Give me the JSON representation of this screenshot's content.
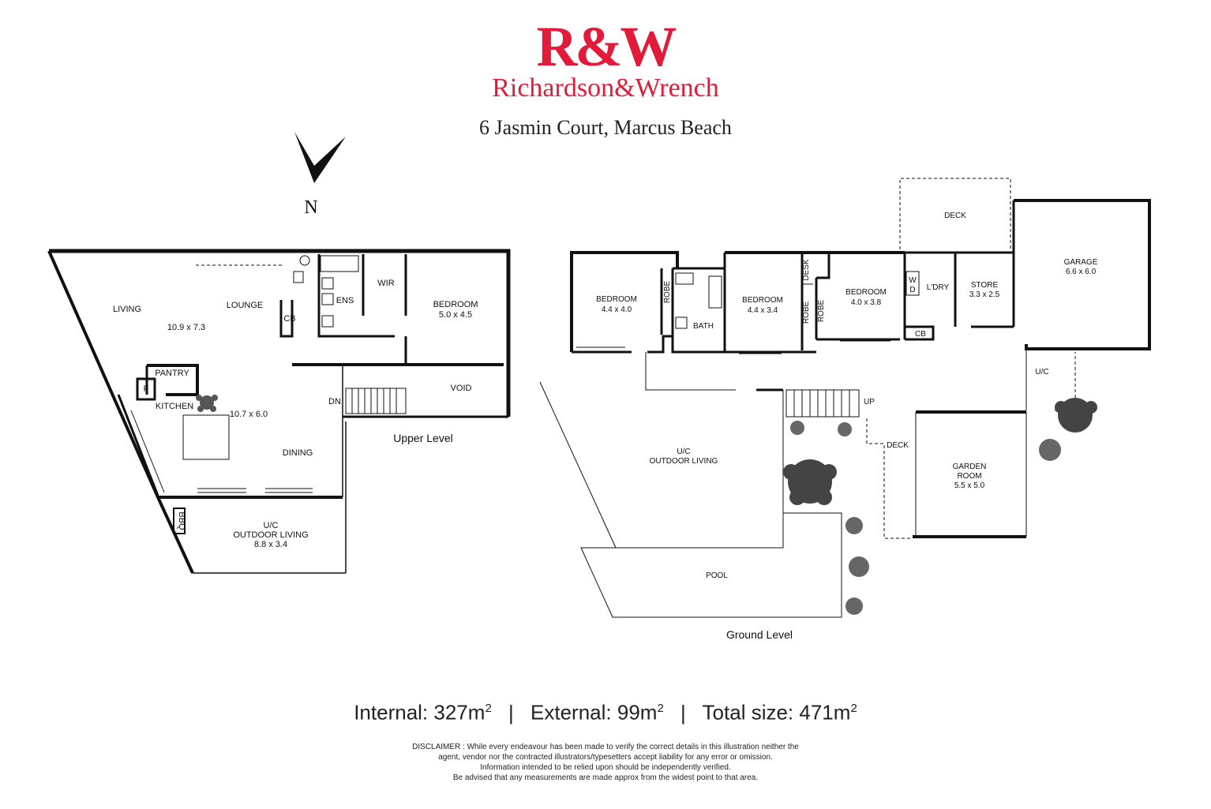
{
  "brand": {
    "logo_mark": "R&W",
    "name": "Richardson&Wrench",
    "color": "#e31b3b"
  },
  "address": "6 Jasmin Court, Marcus Beach",
  "compass": {
    "label": "N"
  },
  "levels": {
    "upper": {
      "title": "Upper Level",
      "rooms": {
        "living": "LIVING",
        "lounge": "LOUNGE",
        "living_size": "10.9 x 7.3",
        "cb": "CB",
        "ens": "ENS",
        "wir": "WIR",
        "bedroom": "BEDROOM",
        "bedroom_size": "5.0 x 4.5",
        "pantry": "PANTRY",
        "fridge": "F",
        "kitchen": "KITCHEN",
        "kitchen_size": "10.7 x 6.0",
        "dn": "DN",
        "void": "VOID",
        "dining": "DINING",
        "bbq": "BBQ",
        "outdoor_uc": "U/C",
        "outdoor": "OUTDOOR LIVING",
        "outdoor_size": "8.8 x 3.4"
      }
    },
    "ground": {
      "title": "Ground Level",
      "rooms": {
        "bed1": "BEDROOM",
        "bed1_size": "4.4 x 4.0",
        "robe1": "ROBE",
        "bath": "BATH",
        "bed2": "BEDROOM",
        "bed2_size": "4.4 x 3.4",
        "desk": "DESK",
        "robe2": "ROBE",
        "robe3": "ROBE",
        "bed3": "BEDROOM",
        "bed3_size": "4.0 x 3.8",
        "w": "W",
        "d": "D",
        "cb": "CB",
        "deck_top": "DECK",
        "ldry": "L'DRY",
        "store": "STORE",
        "store_size": "3.3 x 2.5",
        "garage": "GARAGE",
        "garage_size": "6.6 x 6.0",
        "uc_right": "U/C",
        "up": "UP",
        "deck": "DECK",
        "garden1": "GARDEN",
        "garden2": "ROOM",
        "garden_size": "5.5 x 5.0",
        "outdoor_uc": "U/C",
        "outdoor": "OUTDOOR LIVING",
        "pool": "POOL"
      }
    }
  },
  "stats": {
    "internal_label": "Internal:",
    "internal_value": "327m",
    "external_label": "External:",
    "external_value": "99m",
    "total_label": "Total size:",
    "total_value": "471m",
    "unit_sup": "2",
    "separator": "|"
  },
  "disclaimer": [
    "DISCLAIMER : While every endeavour has been made to verify the correct details in this illustration neither the",
    "agent, vendor nor the contracted illustrators/typesetters accept liability for any error or omission.",
    "Information intended to be relied upon should be independently verified.",
    "Be advised that any measurements are made approx from the widest point to that area."
  ]
}
